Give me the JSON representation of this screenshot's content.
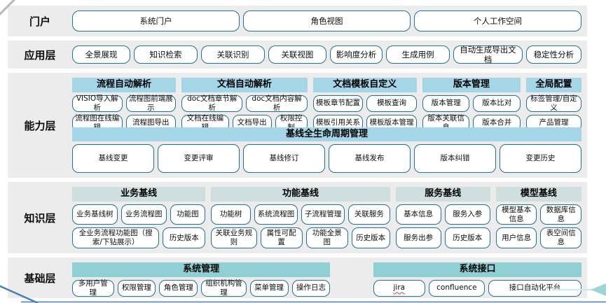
{
  "colors": {
    "band_bg": "#ececec",
    "box_border": "#27708d",
    "header_capability": "#a4d6e8",
    "header_knowledge": "#cfdfe0",
    "header_foundation": "#8ed0d3",
    "baseline_bar": "#a4d6e8",
    "accent_line_blue": "#4a7ebb",
    "accent_line_grey": "#b8b8b8",
    "arrow_teal": "#9bd5da"
  },
  "bands": [
    {
      "id": "portal",
      "label": "门户",
      "groupRows": [
        [
          {
            "rows": [
              [
                "系统门户",
                "角色视图",
                "个人工作空间"
              ]
            ]
          }
        ]
      ]
    },
    {
      "id": "application",
      "label": "应用层",
      "groupRows": [
        [
          {
            "rows": [
              [
                {
                  "t": "全景展现",
                  "w": 0.95
                },
                {
                  "t": "知识检索",
                  "w": 1.05
                },
                {
                  "t": "关联识别",
                  "w": 1.05
                },
                {
                  "t": "关联视图",
                  "w": 0.95
                },
                {
                  "t": "影响度分析",
                  "w": 0.85
                },
                {
                  "t": "生成用例",
                  "w": 1.05
                },
                {
                  "t": "自动生成导出文档",
                  "w": 1.15
                },
                {
                  "t": "稳定性分析",
                  "w": 0.9
                }
              ]
            ]
          }
        ]
      ]
    },
    {
      "id": "capability",
      "label": "能力层",
      "groupRows": [
        [
          {
            "header": "流程自动解析",
            "hc": "header_capability",
            "flex": 150,
            "rows": [
              [
                "VISIO导入解析",
                "流程图前端展示"
              ],
              [
                "流程图在线编辑",
                "流程图导出"
              ]
            ]
          },
          {
            "header": "文档自动解析",
            "hc": "header_capability",
            "flex": 182,
            "rows": [
              [
                "doc文档章节解析",
                "doc文档内容解析"
              ],
              [
                {
                  "t": "文档在线编辑",
                  "w": 1.25
                },
                {
                  "t": "文档导出",
                  "w": 1
                },
                {
                  "t": "权限控制",
                  "w": 0.8
                }
              ]
            ]
          },
          {
            "header": "文档模板自定义",
            "hc": "header_capability",
            "flex": 150,
            "rows": [
              [
                "模板章节配置",
                "模板查询"
              ],
              [
                "模板引用关系",
                "模板版本管理"
              ]
            ]
          },
          {
            "header": "版本管理",
            "hc": "header_capability",
            "flex": 142,
            "rows": [
              [
                "版本管理",
                "版本比对"
              ],
              [
                "版本关联信息",
                "版本合并"
              ]
            ]
          },
          {
            "header": "全局配置",
            "hc": "header_capability",
            "flex": 80,
            "rows": [
              [
                "标签管理/自定义"
              ],
              [
                "产品管理"
              ]
            ]
          }
        ],
        [
          {
            "header": "基线全生命周期管理",
            "hc": "baseline_bar",
            "flex": 1,
            "rows": [
              [
                "基线变更",
                "变更评审",
                "基线修订",
                "基线发布",
                "版本纠错",
                "变更历史"
              ]
            ]
          }
        ]
      ]
    },
    {
      "id": "knowledge",
      "label": "知识层",
      "groupRows": [
        [
          {
            "header": "业务基线",
            "hc": "header_knowledge",
            "flex": 190,
            "rows": [
              [
                "业务基线树",
                "业务流程图",
                {
                  "t": "功能图",
                  "w": 0.75
                }
              ],
              [
                {
                  "t": "全业务流程功能图（搜索/下钻展示）",
                  "w": 2.2
                },
                {
                  "t": "历史版本",
                  "w": 1
                }
              ]
            ]
          },
          {
            "header": "功能基线",
            "hc": "header_knowledge",
            "flex": 255,
            "rows": [
              [
                {
                  "t": "功能树",
                  "w": 0.9
                },
                "系统流程图",
                "子流程管理",
                {
                  "t": "关联服务",
                  "w": 0.95
                }
              ],
              [
                {
                  "t": "关联业务规则",
                  "w": 1.1
                },
                "属性可配置",
                "功能全景图",
                {
                  "t": "历史版本",
                  "w": 0.9
                }
              ]
            ]
          },
          {
            "header": "服务基线",
            "hc": "header_knowledge",
            "flex": 135,
            "rows": [
              [
                "基本信息",
                "服务入参"
              ],
              [
                "服务出参",
                "历史版本"
              ]
            ]
          },
          {
            "header": "模型基线",
            "hc": "header_knowledge",
            "flex": 122,
            "rows": [
              [
                "模型基本信息",
                "数据库信息"
              ],
              [
                "用户信息",
                "表空间信息"
              ]
            ]
          }
        ]
      ]
    },
    {
      "id": "foundation",
      "label": "基础层",
      "groupRows": [
        [
          {
            "header": "系统管理",
            "hc": "header_foundation",
            "flex": 372,
            "rows": [
              [
                {
                  "t": "多用户管理",
                  "w": 1.1
                },
                "权限管理",
                "角色管理",
                {
                  "t": "组织机构管理",
                  "w": 1.2
                },
                "菜单管理",
                "操作日志"
              ]
            ]
          },
          {
            "spacer": true,
            "flex": 46
          },
          {
            "header": "系统接口",
            "hc": "header_foundation",
            "flex": 300,
            "rows": [
              [
                {
                  "t": "jira",
                  "w": 1,
                  "misspell": true
                },
                {
                  "t": "confluence",
                  "w": 1.1
                },
                {
                  "t": "接口自动化平台",
                  "w": 1.9
                }
              ]
            ]
          }
        ]
      ]
    }
  ]
}
